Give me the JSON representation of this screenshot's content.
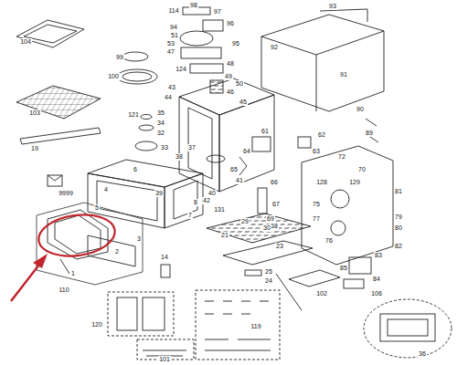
{
  "diagram": {
    "labels": [
      "104",
      "99",
      "100",
      "103",
      "19",
      "9999",
      "98",
      "114",
      "97",
      "96",
      "94",
      "51",
      "53",
      "47",
      "95",
      "48",
      "124",
      "49",
      "50",
      "46",
      "45",
      "43",
      "44",
      "93",
      "92",
      "91",
      "90",
      "89",
      "121",
      "35",
      "34",
      "32",
      "33",
      "6",
      "39",
      "38",
      "37",
      "4",
      "5",
      "8",
      "7",
      "3",
      "2",
      "1",
      "110",
      "40",
      "42",
      "41",
      "61",
      "64",
      "62",
      "63",
      "65",
      "66",
      "67",
      "68",
      "69",
      "72",
      "70",
      "81",
      "128",
      "129",
      "75",
      "77",
      "76",
      "79",
      "80",
      "82",
      "83",
      "85",
      "84",
      "106",
      "131",
      "29",
      "30",
      "21",
      "23",
      "102",
      "25",
      "24",
      "14",
      "120",
      "101",
      "119",
      "36"
    ]
  }
}
